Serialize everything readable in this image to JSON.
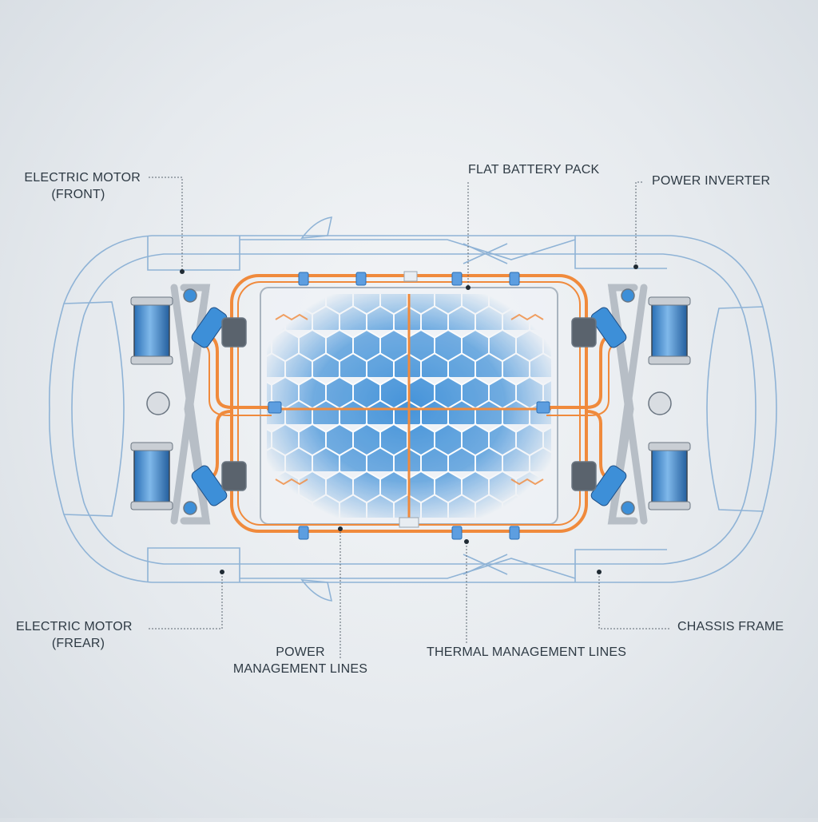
{
  "labels": {
    "front_motor": [
      "ELECTRIC MOTOR",
      "(FRONT)"
    ],
    "rear_motor": [
      "ELECTRIC MOTOR",
      "(FREAR)"
    ],
    "battery_pack": "FLAT BATTERY PACK",
    "power_inverter": "POWER INVERTER",
    "chassis_frame": "CHASSIS FRAME",
    "power_lines": [
      "POWER",
      "MANAGEMENT LINES"
    ],
    "thermal_lines": "THERMAL MANAGEMENT LINES"
  },
  "colors": {
    "outline": "#8fb3d6",
    "cell_blue": "#3d8fd8",
    "cable_orange": "#f08a3c",
    "frame_gray": "#b7bec6",
    "text": "#2e3a44"
  }
}
